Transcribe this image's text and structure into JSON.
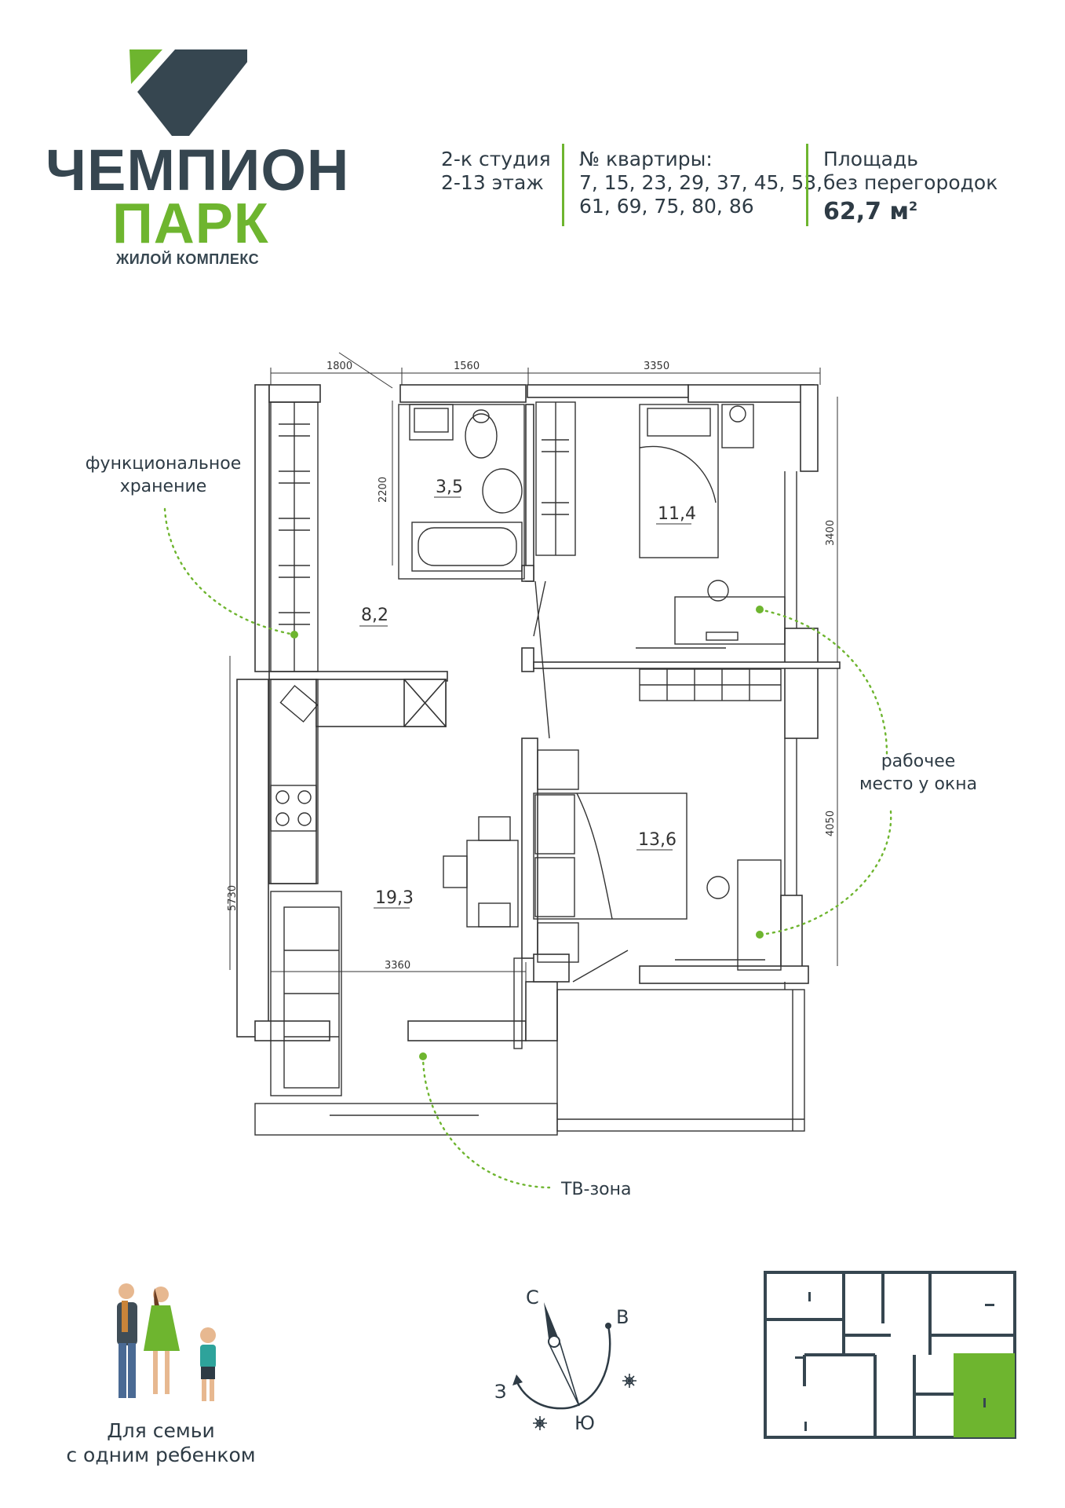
{
  "brand": {
    "name_line1": "ЧЕМПИОН",
    "name_line2": "ПАРК",
    "tagline": "ЖИЛОЙ КОМПЛЕКС",
    "colors": {
      "green": "#6eb52f",
      "dark": "#364650"
    }
  },
  "info": {
    "type": "2-к студия",
    "floors": "2-13 этаж",
    "apt_label": "№ квартиры:",
    "apt_numbers_line1": "7, 15, 23, 29, 37, 45, 53,",
    "apt_numbers_line2": "61, 69, 75, 80, 86",
    "area_label_line1": "Площадь",
    "area_label_line2": "без перегородок",
    "area_value": "62,7 м",
    "area_unit_sup": "2"
  },
  "dimensions": {
    "top_left": "1800",
    "top_mid": "1560",
    "top_right": "3350",
    "bath_height": "2200",
    "right_upper": "3400",
    "right_lower": "4050",
    "left_height": "5730",
    "bottom": "3360"
  },
  "rooms": {
    "bathroom": "3,5",
    "bedroom1": "11,4",
    "hall": "8,2",
    "bedroom2": "13,6",
    "living": "19,3"
  },
  "callouts": {
    "storage_line1": "функциональное",
    "storage_line2": "хранение",
    "workplace_line1": "рабочее",
    "workplace_line2": "место у окна",
    "tv": "ТВ-зона"
  },
  "family": {
    "line1": "Для семьи",
    "line2": "с одним ребенком"
  },
  "compass": {
    "north": "С",
    "east": "В",
    "south": "Ю",
    "west": "З"
  }
}
